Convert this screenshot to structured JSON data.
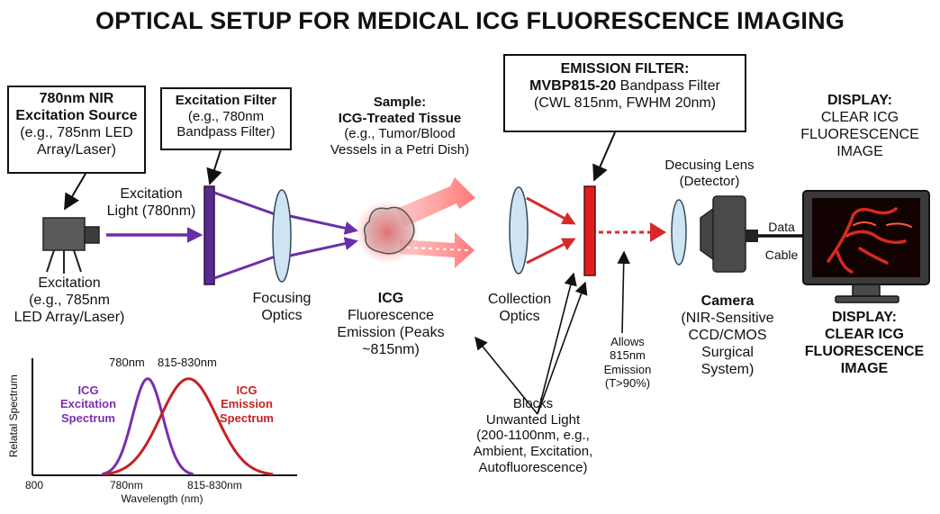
{
  "title": "OPTICAL SETUP FOR MEDICAL ICG FLUORESCENCE IMAGING",
  "source_box": {
    "line1": "780nm NIR",
    "line2": "Excitation Source",
    "line3": "(e.g., 785nm LED",
    "line4": "Array/Laser)"
  },
  "filter_box": {
    "line1": "Excitation Filter",
    "line2": "(e.g., 780nm",
    "line3": "Bandpass Filter)"
  },
  "sample": {
    "line1": "Sample:",
    "line2": "ICG-Treated Tissue",
    "line3": "(e.g., Tumor/Blood",
    "line4": "Vessels in a Petri Dish)"
  },
  "emission_box": {
    "line1": "EMISSION FILTER:",
    "line2_bold": "MVBP815-20",
    "line2_rest": " Bandpass Filter",
    "line3": "(CWL 815nm, FWHM 20nm)"
  },
  "display_top": {
    "line1": "DISPLAY:",
    "line2": "CLEAR ICG",
    "line3": "FLUORESCENCE",
    "line4": "IMAGE"
  },
  "excitation_light": {
    "line1": "Excitation",
    "line2": "Light (780nm)"
  },
  "source_label": {
    "line1": "Excitation",
    "line2": "(e.g., 785nm",
    "line3": "LED Array/Laser)"
  },
  "focusing": {
    "line1": "Focusing",
    "line2": "Optics"
  },
  "icg": {
    "line1": "ICG",
    "line2": "Fluorescence",
    "line3": "Emission (Peaks",
    "line4": "~815nm)"
  },
  "collection": {
    "line1": "Collection",
    "line2": "Optics"
  },
  "lens": {
    "line1": "Decusing Lens",
    "line2": "(Detector)"
  },
  "data_cable": {
    "line1": "Data",
    "line2": "Cable"
  },
  "camera": {
    "line1": "Camera",
    "line2": "(NIR-Sensitive",
    "line3": "CCD/CMOS",
    "line4": "Surgical",
    "line5": "System)"
  },
  "allows": {
    "line1": "Allows",
    "line2": "815nm",
    "line3": "Emission",
    "line4": "(T>90%)"
  },
  "blocks": {
    "line1": "Blocks",
    "line2": "Unwanted Light",
    "line3": "(200-1100nm, e.g.,",
    "line4": "Ambient, Excitation,",
    "line5": "Autofluorescence)"
  },
  "display_bottom": {
    "line1": "DISPLAY:",
    "line2": "CLEAR ICG",
    "line3": "FLUORESCENCE",
    "line4": "IMAGE"
  },
  "colors": {
    "excitation": "#6a2fa8",
    "emission": "#d62a2a",
    "lens": "#cfe4f2",
    "filter_purple": "#5b2a8f",
    "filter_red": "#e01e1e"
  },
  "chart_data": {
    "type": "line",
    "ylabel": "Relatal Spectrum",
    "xlabel": "Wavelength (nm)",
    "x_tick_labels": [
      "800",
      "780nm",
      "815-830nm"
    ],
    "peak_labels": [
      "780nm",
      "815-830nm"
    ],
    "series": [
      {
        "name": "ICG Excitation Spectrum",
        "name_line1": "ICG",
        "name_line2": "Excitation",
        "name_line3": "Spectrum",
        "color": "#7a2fb0",
        "peak_x": 780,
        "width": 13
      },
      {
        "name": "ICG Emission Spectrum",
        "name_line1": "ICG",
        "name_line2": "Emission",
        "name_line3": "Spectrum",
        "color": "#c42222",
        "peak_x": 815,
        "width": 24
      }
    ],
    "xlim": [
      700,
      900
    ],
    "ylim": [
      0,
      1.1
    ]
  }
}
